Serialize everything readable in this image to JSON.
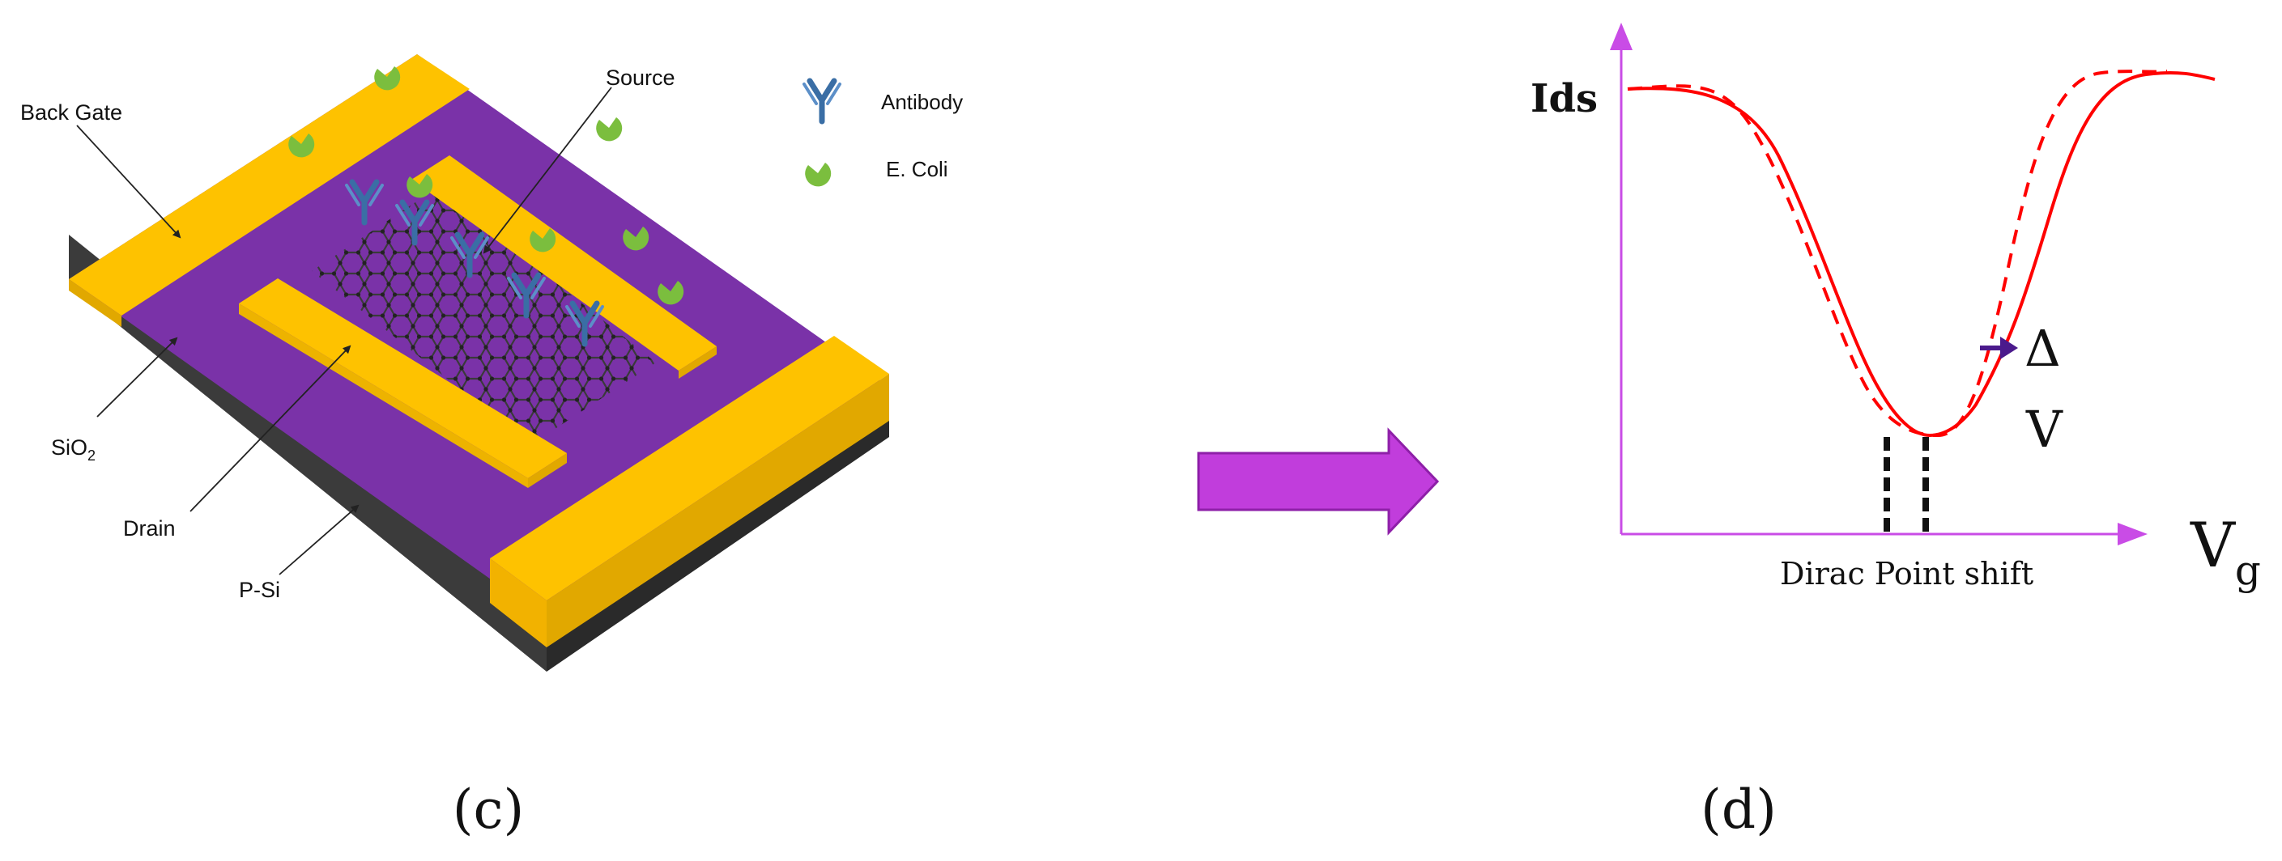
{
  "panel_c": {
    "label": "(c)",
    "callouts": {
      "back_gate": "Back Gate",
      "source": "Source",
      "sio2": "SiO",
      "sio2_sub": "2",
      "drain": "Drain",
      "psi": "P-Si"
    },
    "legend": {
      "antibody": "Antibody",
      "ecoli": "E. Coli"
    },
    "colors": {
      "gold": "#FEC200",
      "gold_dark": "#E1A800",
      "purple": "#7A32A8",
      "substrate": "#3B3B3B",
      "antibody": "#3A6EA5",
      "ecoli": "#7BBE3E"
    }
  },
  "arrow": {
    "color": "#C13DDC",
    "icon": "right-arrow-icon"
  },
  "panel_d": {
    "label": "(d)",
    "y_axis_label": "Ids",
    "x_axis_label": "V",
    "x_axis_sub": "g",
    "delta_symbol": "Δ",
    "delta_v": "V",
    "dirac_text": "Dirac Point shift",
    "colors": {
      "axis": "#C94CE6",
      "curve": "#FF0000",
      "shift_arrow": "#4B1A8C"
    }
  }
}
